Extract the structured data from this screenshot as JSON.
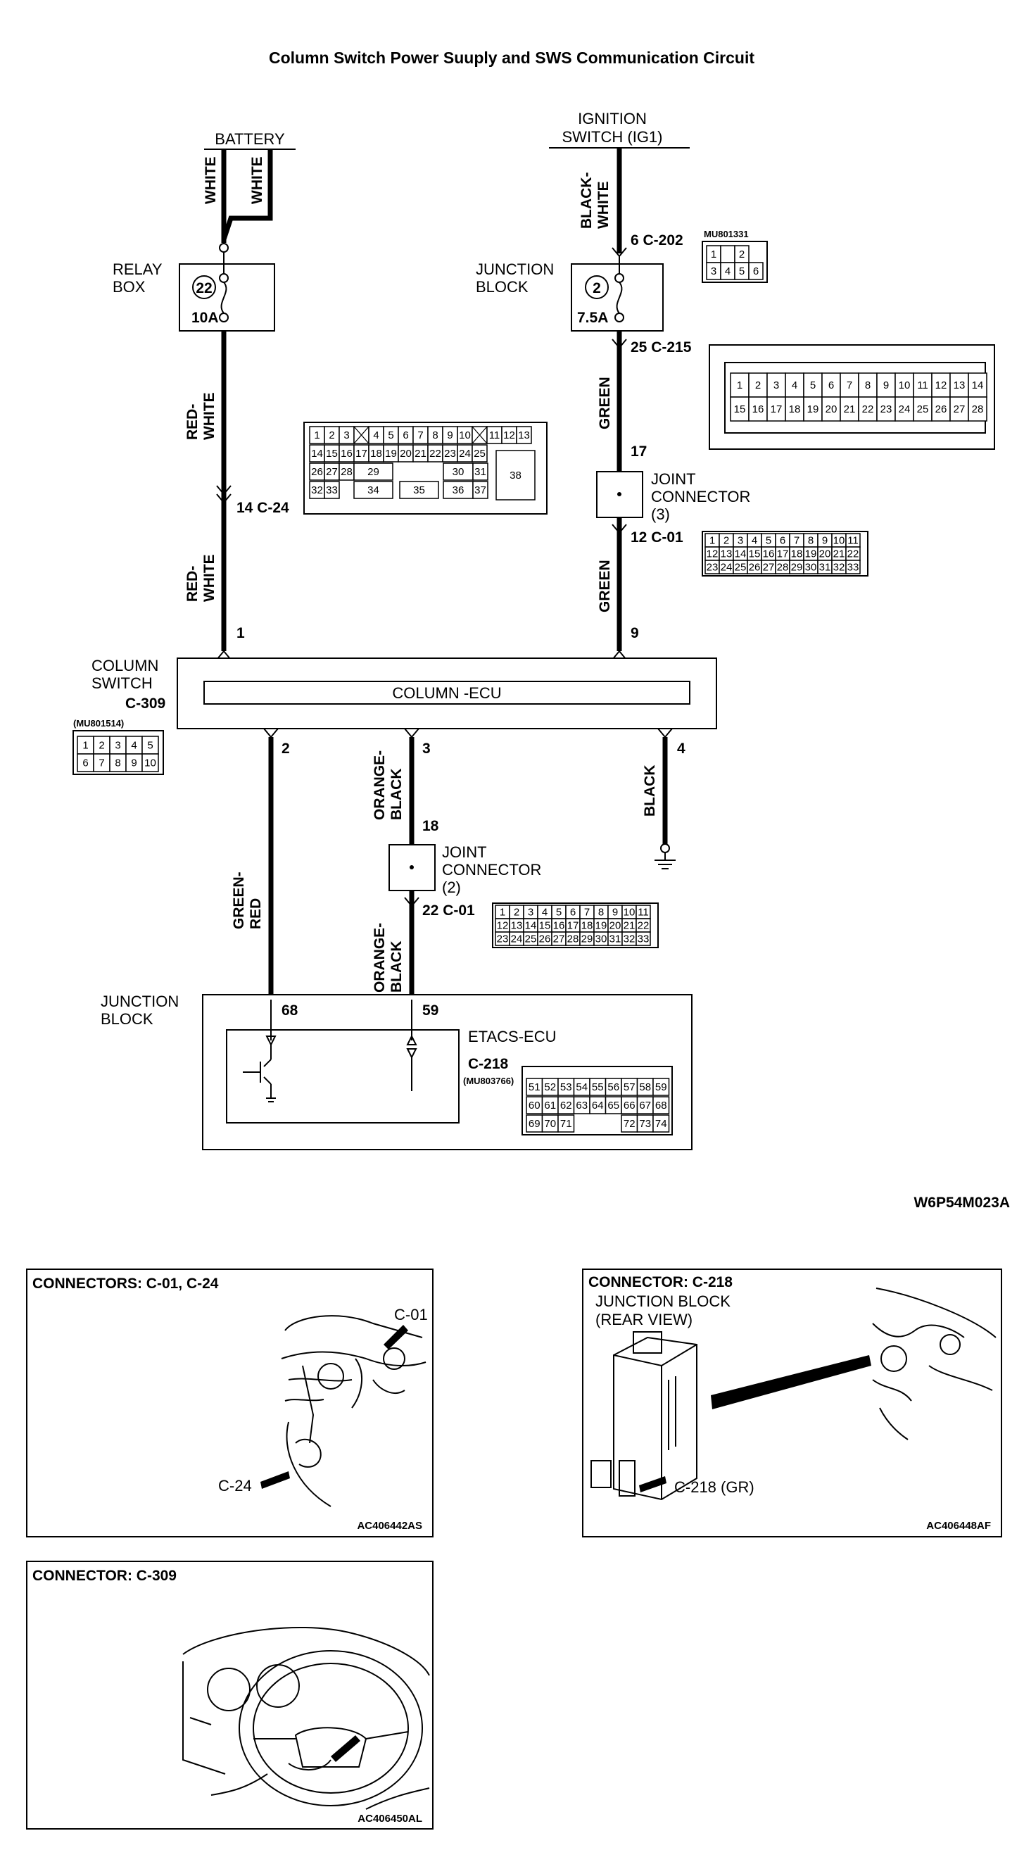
{
  "title": "Column Switch Power Suuply and SWS Communication Circuit",
  "sources": {
    "battery": "BATTERY",
    "ignition_line1": "IGNITION",
    "ignition_line2": "SWITCH (IG1)"
  },
  "wires": {
    "battery_white_1": "WHITE",
    "battery_white_2": "WHITE",
    "relay_red_white_1": "RED-",
    "relay_red_white_2": "WHITE",
    "c24_red_white_1": "RED-",
    "c24_red_white_2": "WHITE",
    "ign_black_white_1": "BLACK-",
    "ign_black_white_2": "WHITE",
    "green_upper": "GREEN",
    "green_lower": "GREEN",
    "green_red_1": "GREEN-",
    "green_red_2": "RED",
    "orange_black_upper_1": "ORANGE-",
    "orange_black_upper_2": "BLACK",
    "orange_black_lower_1": "ORANGE-",
    "orange_black_lower_2": "BLACK",
    "black_ground": "BLACK"
  },
  "relay_box": {
    "label_1": "RELAY",
    "label_2": "BOX",
    "fuse_no": "22",
    "rating": "10A"
  },
  "junction_block_fuse": {
    "label_1": "JUNCTION",
    "label_2": "BLOCK",
    "fuse_no": "2",
    "rating": "7.5A"
  },
  "pins": {
    "c202": "6  C-202",
    "c202_part": "MU801331",
    "c215": "25  C-215",
    "jc3_in": "17",
    "jc3_out": "12  C-01",
    "c24": "14  C-24",
    "col_p1": "1",
    "col_p9": "9",
    "col_p2": "2",
    "col_p3": "3",
    "col_p4": "4",
    "jc2_in": "18",
    "jc2_out": "22  C-01",
    "etacs_68": "68",
    "etacs_59": "59"
  },
  "joint_connector_3": {
    "label_1": "JOINT",
    "label_2": "CONNECTOR",
    "label_3": "(3)"
  },
  "joint_connector_2": {
    "label_1": "JOINT",
    "label_2": "CONNECTOR",
    "label_3": "(2)"
  },
  "column_switch": {
    "label_1": "COLUMN",
    "label_2": "SWITCH",
    "connector": "C-309",
    "part": "(MU801514)",
    "ecu": "COLUMN -ECU"
  },
  "junction_block_bottom": {
    "label_1": "JUNCTION",
    "label_2": "BLOCK",
    "ecu": "ETACS-ECU",
    "connector": "C-218",
    "part": "(MU803766)"
  },
  "connector_pins": {
    "c202": [
      [
        "1",
        "",
        "2"
      ],
      [
        "3",
        "4",
        "5",
        "6"
      ]
    ],
    "c215": [
      [
        "1",
        "2",
        "3",
        "4",
        "5",
        "6",
        "7",
        "8",
        "9",
        "10",
        "11",
        "12",
        "13",
        "14"
      ],
      [
        "15",
        "16",
        "17",
        "18",
        "19",
        "20",
        "21",
        "22",
        "23",
        "24",
        "25",
        "26",
        "27",
        "28"
      ]
    ],
    "c24": [
      [
        "1",
        "2",
        "3",
        "X",
        "4",
        "5",
        "6",
        "7",
        "8",
        "9",
        "10",
        "X",
        "11",
        "12",
        "13"
      ],
      [
        "14",
        "15",
        "16",
        "17",
        "18",
        "19",
        "20",
        "21",
        "22",
        "23",
        "24",
        "25"
      ],
      [
        "26",
        "27",
        "28",
        "29",
        "30",
        "31"
      ],
      [
        "32",
        "33",
        "34",
        "35",
        "36",
        "37"
      ],
      [
        "38"
      ]
    ],
    "c01": [
      [
        "1",
        "2",
        "3",
        "4",
        "5",
        "6",
        "7",
        "8",
        "9",
        "10",
        "11"
      ],
      [
        "12",
        "13",
        "14",
        "15",
        "16",
        "17",
        "18",
        "19",
        "20",
        "21",
        "22"
      ],
      [
        "23",
        "24",
        "25",
        "26",
        "27",
        "28",
        "29",
        "30",
        "31",
        "32",
        "33"
      ]
    ],
    "c309": [
      [
        "1",
        "2",
        "3",
        "4",
        "5"
      ],
      [
        "6",
        "7",
        "8",
        "9",
        "10"
      ]
    ],
    "c218": [
      [
        "51",
        "52",
        "53",
        "54",
        "55",
        "56",
        "57",
        "58",
        "59"
      ],
      [
        "60",
        "61",
        "62",
        "63",
        "64",
        "65",
        "66",
        "67",
        "68"
      ],
      [
        "69",
        "70",
        "71",
        "72",
        "73",
        "74"
      ]
    ]
  },
  "figure_code": "W6P54M023A",
  "panels": {
    "c01_c24": {
      "title": "CONNECTORS: C-01, C-24",
      "callout_c01": "C-01",
      "callout_c24": "C-24",
      "code": "AC406442AS"
    },
    "c218": {
      "title": "CONNECTOR: C-218",
      "sub_1": "JUNCTION BLOCK",
      "sub_2": "(REAR VIEW)",
      "callout": "C-218 (GR)",
      "code": "AC406448AF"
    },
    "c309": {
      "title": "CONNECTOR: C-309",
      "code": "AC406450AL"
    }
  }
}
